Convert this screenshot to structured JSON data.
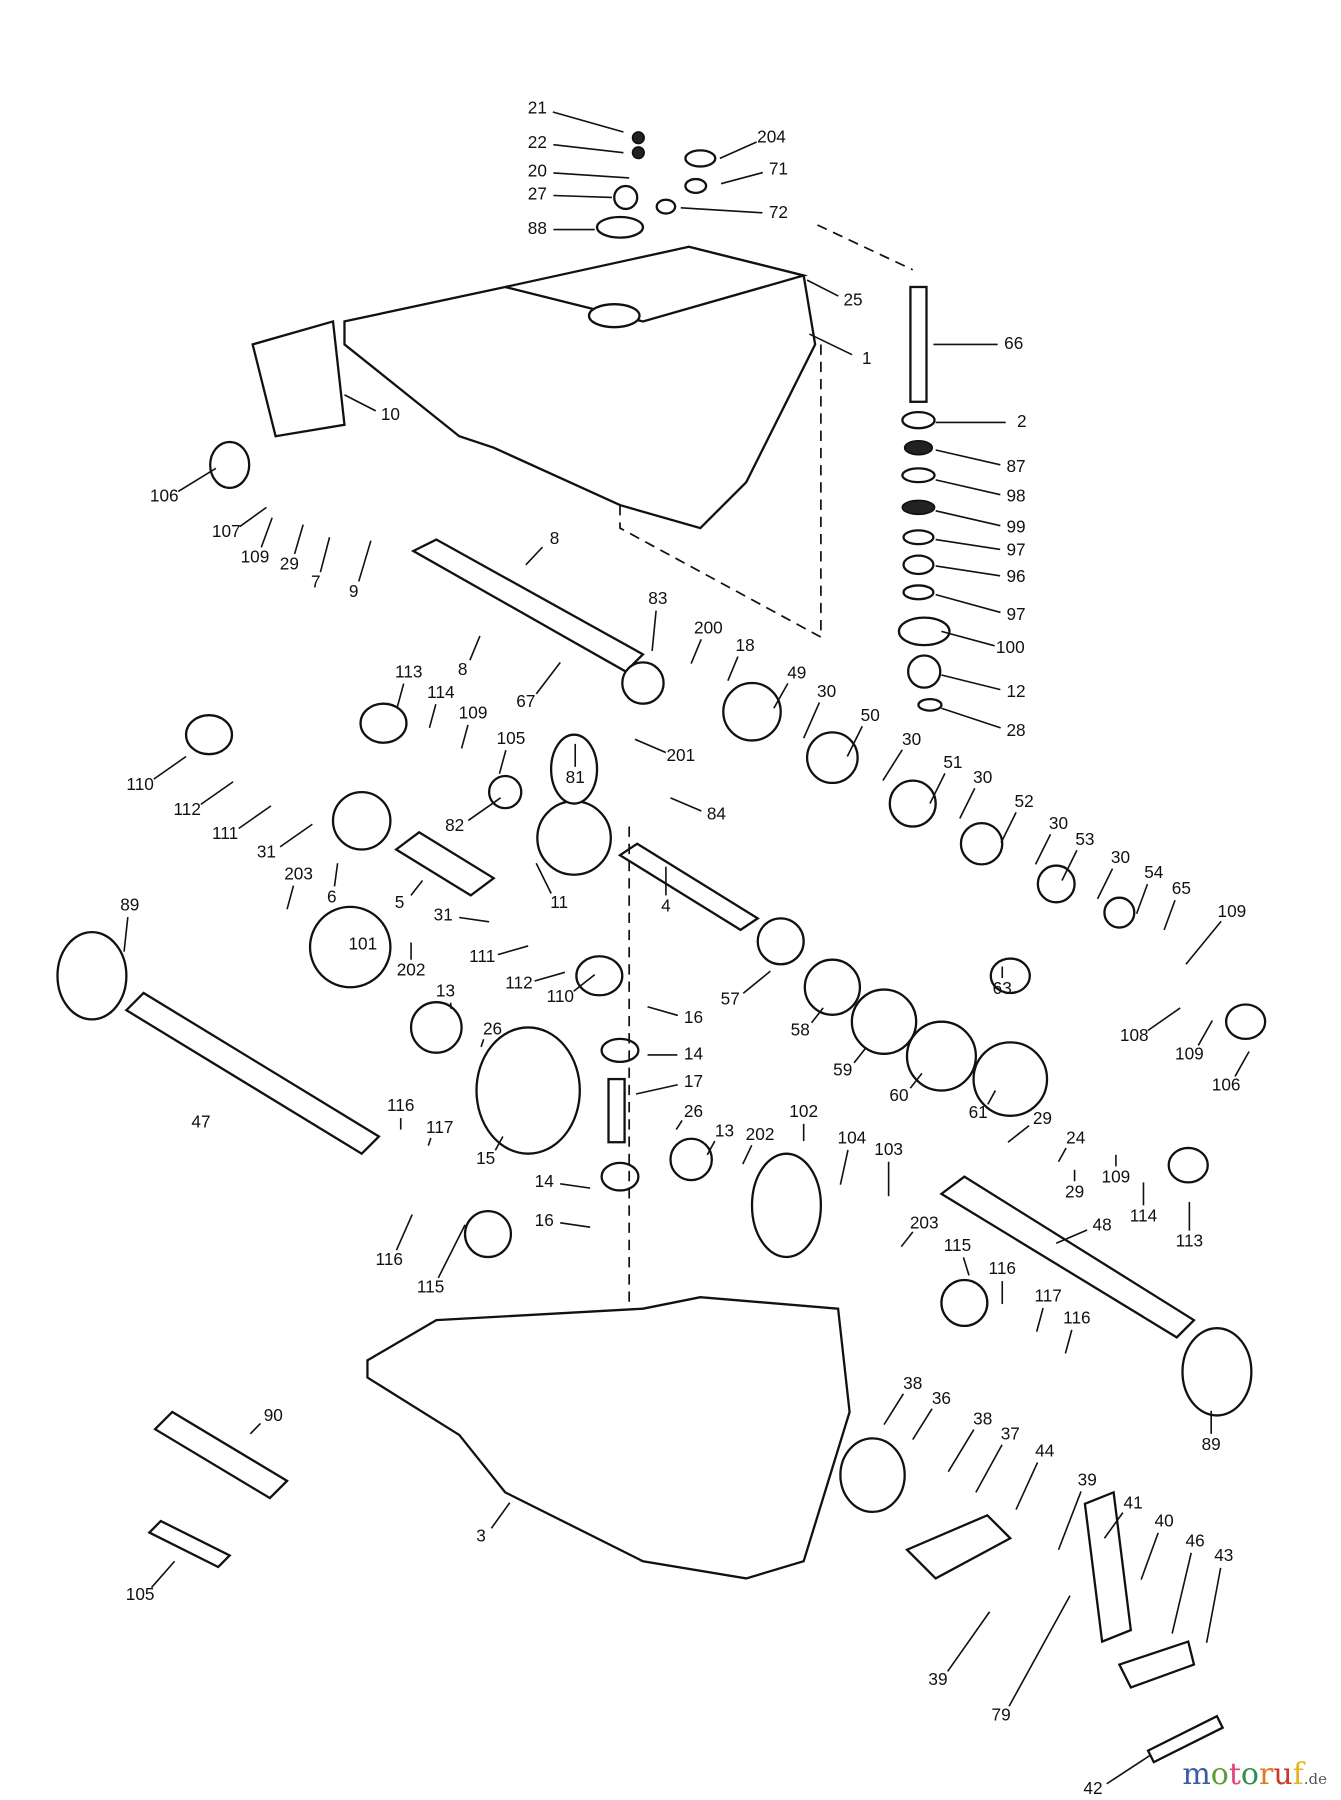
{
  "diagram": {
    "callouts": [
      "21",
      "22",
      "20",
      "27",
      "88",
      "204",
      "71",
      "72",
      "25",
      "1",
      "66",
      "10",
      "2",
      "106",
      "87",
      "98",
      "107",
      "109",
      "29",
      "7",
      "9",
      "8",
      "99",
      "97",
      "96",
      "97",
      "83",
      "200",
      "18",
      "100",
      "8",
      "67",
      "113",
      "114",
      "109",
      "105",
      "12",
      "28",
      "49",
      "30",
      "50",
      "30",
      "201",
      "81",
      "110",
      "112",
      "111",
      "84",
      "51",
      "30",
      "52",
      "30",
      "53",
      "30",
      "54",
      "65",
      "109",
      "31",
      "82",
      "203",
      "6",
      "5",
      "11",
      "4",
      "89",
      "101",
      "31",
      "202",
      "13",
      "111",
      "112",
      "110",
      "26",
      "57",
      "63",
      "58",
      "108",
      "109",
      "106",
      "16",
      "14",
      "17",
      "59",
      "60",
      "61",
      "47",
      "116",
      "117",
      "15",
      "26",
      "13",
      "202",
      "102",
      "104",
      "103",
      "48",
      "29",
      "24",
      "29",
      "109",
      "114",
      "113",
      "14",
      "16",
      "203",
      "115",
      "116",
      "117",
      "116",
      "116",
      "115",
      "89",
      "90",
      "38",
      "36",
      "38",
      "37",
      "44",
      "39",
      "41",
      "40",
      "46",
      "43",
      "3",
      "105",
      "39",
      "79",
      "42"
    ]
  },
  "watermark": {
    "text": "motoruf",
    "suffix": ".de",
    "colors": [
      "#3b5ba5",
      "#5a9e3a",
      "#e0457b",
      "#2f8f4e",
      "#e07b1f",
      "#c63b2b",
      "#e6b41f"
    ]
  }
}
